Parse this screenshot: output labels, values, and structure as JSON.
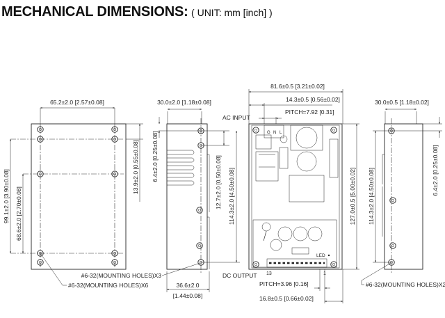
{
  "title": {
    "main": "MECHANICAL DIMENSIONS:",
    "unit": "( UNIT: mm [inch] )"
  },
  "bottom_view": {
    "width": "65.2±2.0  [2.57±0.08]",
    "hole_span_outer": "99.1±2.0  [3.90±0.08]",
    "hole_span_inner": "68.6±2.0  [2.70±0.08]",
    "top_offset": "13.9±2.0  [0.55±0.08]",
    "holes_label": "#6-32(MOUNTING HOLES)X6"
  },
  "side_view_left": {
    "width": "30.0±2.0  [1.18±0.08]",
    "top_offset": "6.4±2.0  [0.25±0.08]",
    "offset_2": "12.7±2.0  [0.50±0.08]",
    "hole_span": "114.3±2.0  [4.50±0.08]",
    "depth_mm": "36.6±2.0",
    "depth_in": "[1.44±0.08]",
    "holes_label": "#6-32(MOUNTING HOLES)X3"
  },
  "top_view": {
    "width": "81.6±0.5  [3.21±0.02]",
    "ac_offset": "14.3±0.5  [0.56±0.02]",
    "ac_pitch": "PITCH=7.92  [0.31]",
    "ac_input": "AC INPUT",
    "length": "127.0±0.5  [5.00±0.02]",
    "dc_output": "DC OUTPUT",
    "pin_13": "13",
    "pin_1": "1",
    "led": "LED",
    "dc_pitch": "PITCH=3.96  [0.16]",
    "dc_offset": "16.8±0.5  [0.66±0.02]"
  },
  "side_view_right": {
    "width": "30.0±0.5  [1.18±0.02]",
    "hole_span": "114.3±2.0  [4.50±0.08]",
    "top_offset": "6.4±2.0  [0.25±0.08]",
    "holes_label": "#6-32(MOUNTING HOLES)X2"
  }
}
